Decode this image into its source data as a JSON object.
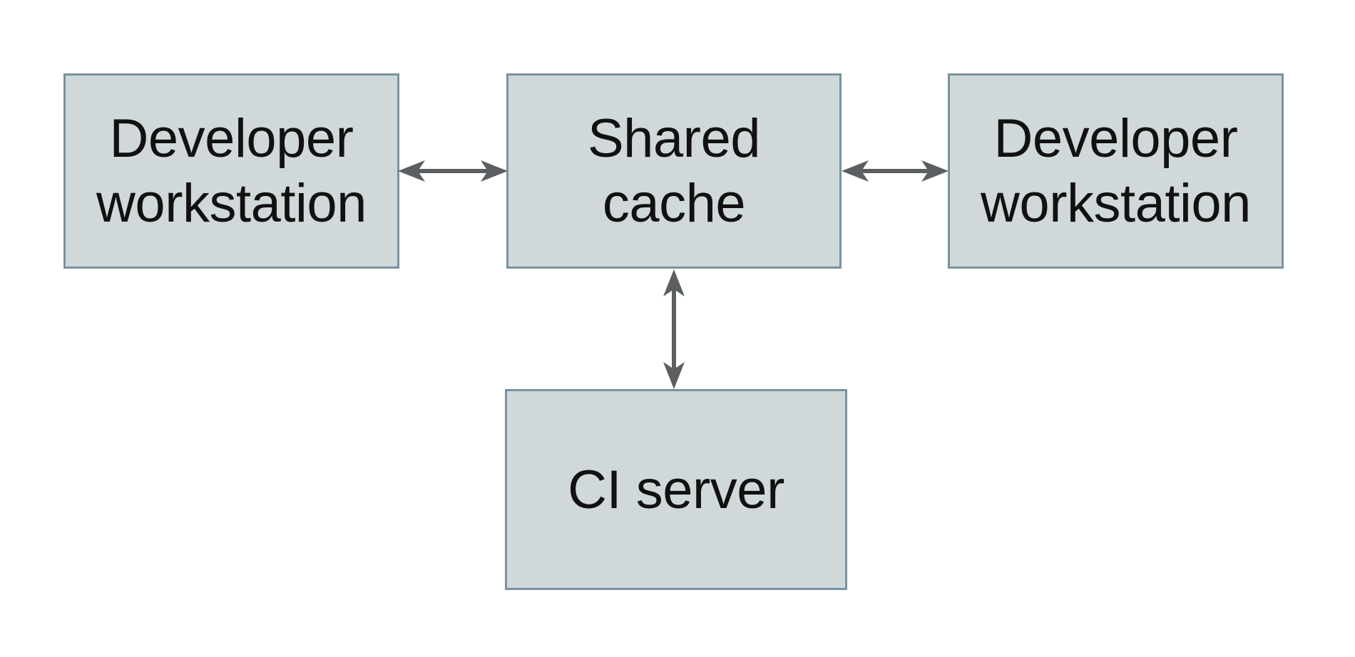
{
  "diagram": {
    "type": "architecture-diagram",
    "nodes": [
      {
        "id": "developer-workstation-left",
        "label": "Developer workstation",
        "lines": [
          "Developer",
          "workstation"
        ]
      },
      {
        "id": "shared-cache",
        "label": "Shared cache",
        "lines": [
          "Shared",
          "cache"
        ]
      },
      {
        "id": "developer-workstation-right",
        "label": "Developer workstation",
        "lines": [
          "Developer",
          "workstation"
        ]
      },
      {
        "id": "ci-server",
        "label": "CI server",
        "lines": [
          "CI server"
        ]
      }
    ],
    "edges": [
      {
        "from": "developer-workstation-left",
        "to": "shared-cache",
        "direction": "bidirectional",
        "orientation": "horizontal"
      },
      {
        "from": "shared-cache",
        "to": "developer-workstation-right",
        "direction": "bidirectional",
        "orientation": "horizontal"
      },
      {
        "from": "shared-cache",
        "to": "ci-server",
        "direction": "bidirectional",
        "orientation": "vertical"
      }
    ]
  },
  "colors": {
    "page-bg": "#ffffff",
    "box-fill": "#d0d8da",
    "box-border": "#7a929e",
    "arrow": "#5b5f62",
    "text": "#111111"
  }
}
